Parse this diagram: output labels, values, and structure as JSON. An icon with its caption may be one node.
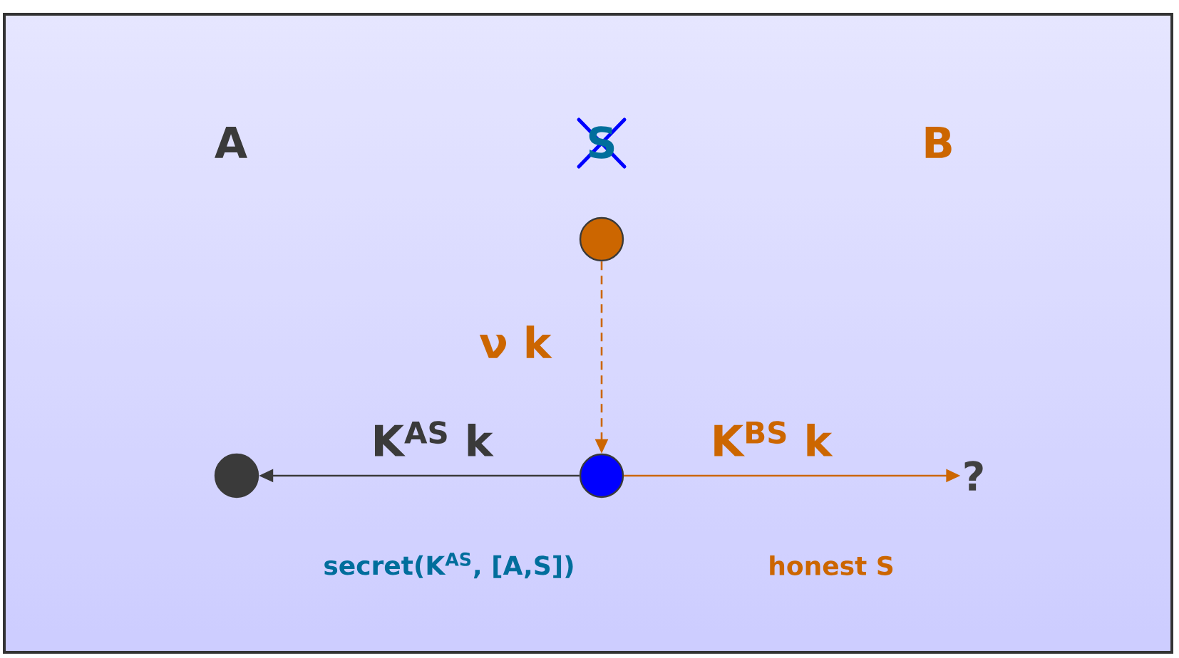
{
  "diagram": {
    "nodes": [
      {
        "text": [],
        "shape": "circle"
      },
      {
        "text": [],
        "shape": "circle"
      },
      {
        "text": [],
        "shape": "circle"
      },
      {
        "text": [
          "?"
        ]
      }
    ],
    "edges": [
      {
        "from": 0,
        "to": 2,
        "arrow": "to",
        "style": "dashed",
        "color": "#cc6600",
        "label": "ν k"
      },
      {
        "from": 2,
        "to": 1,
        "arrow": "to",
        "color": "#3a3a3a",
        "label": "K$^{AS}$ k"
      },
      {
        "from": 2,
        "to": 3,
        "arrow": "to",
        "color": "#cc6600",
        "label": "K$^{BS}$ k"
      }
    ],
    "labels": [
      "A",
      "S",
      "B",
      "secret(K$^{AS}$, [A,S])",
      "honest S"
    ]
  }
}
